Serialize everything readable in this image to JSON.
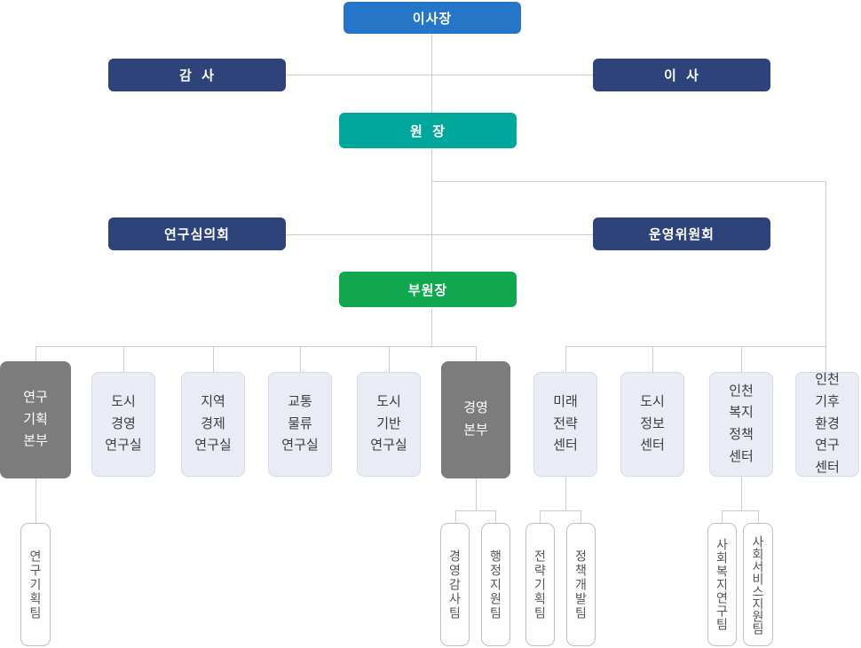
{
  "org": {
    "chairman": {
      "label": "이사장"
    },
    "auditor": {
      "label": "감  사"
    },
    "director": {
      "label": "이  사"
    },
    "president": {
      "label": "원  장"
    },
    "research_council": {
      "label": "연구심의회"
    },
    "steering_committee": {
      "label": "운영위원회"
    },
    "vice_president": {
      "label": "부원장"
    },
    "departments": [
      {
        "label": "연구\n기획\n본부",
        "type": "headquarters"
      },
      {
        "label": "도시\n경영\n연구실",
        "type": "office"
      },
      {
        "label": "지역\n경제\n연구실",
        "type": "office"
      },
      {
        "label": "교통\n물류\n연구실",
        "type": "office"
      },
      {
        "label": "도시\n기반\n연구실",
        "type": "office"
      },
      {
        "label": "경영\n본부",
        "type": "headquarters"
      },
      {
        "label": "미래\n전략\n센터",
        "type": "center"
      },
      {
        "label": "도시\n정보\n센터",
        "type": "center"
      },
      {
        "label": "인천\n복지\n정책\n센터",
        "type": "center"
      },
      {
        "label": "인천\n기후\n환경\n연구\n센터",
        "type": "center"
      }
    ],
    "teams": [
      {
        "label": "연구기획팀",
        "parent": "연구기획본부"
      },
      {
        "label": "경영감사팀",
        "parent": "경영본부"
      },
      {
        "label": "행정지원팀",
        "parent": "경영본부"
      },
      {
        "label": "전략기획팀",
        "parent": "미래전략센터"
      },
      {
        "label": "정책개발팀",
        "parent": "미래전략센터"
      },
      {
        "label": "사회복지연구팀",
        "parent": "인천복지정책센터"
      },
      {
        "label": "사회서비스지원팀",
        "parent": "인천복지정책센터"
      }
    ],
    "colors": {
      "chairman_blue": "#2575c8",
      "committee_navy": "#2e4379",
      "president_teal": "#00a79b",
      "vice_president_green": "#10a74f",
      "headquarters_gray": "#7c7c7c",
      "office_fill": "#e9ecf5",
      "office_border": "#d6dbe8",
      "team_border": "#b9bfd0",
      "connector_line": "#cdcdcd"
    }
  }
}
